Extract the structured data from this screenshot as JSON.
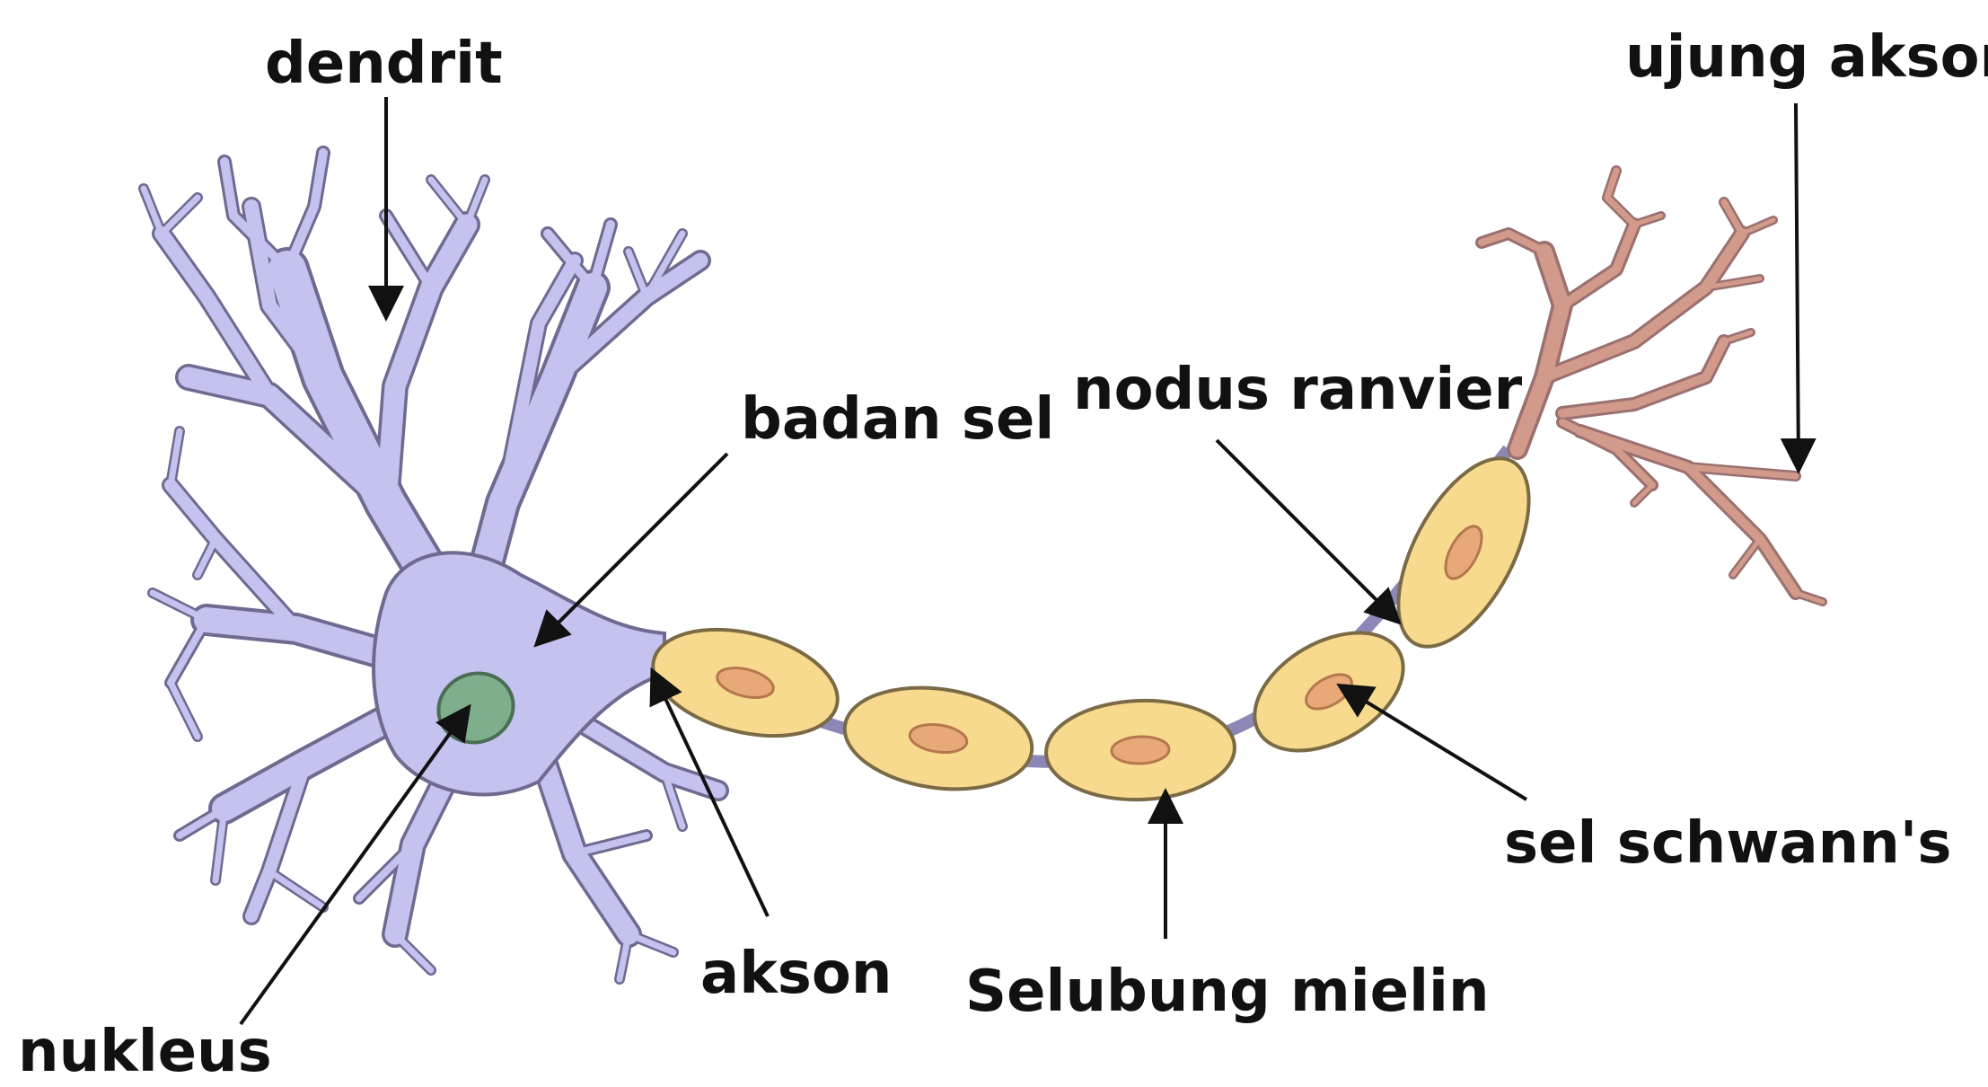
{
  "labels": {
    "dendrit": "dendrit",
    "ujung_akson": "ujung akson",
    "badan_sel": "badan sel",
    "nodus_ranvier": "nodus ranvier",
    "sel_schwann": "sel schwann's",
    "akson": "akson",
    "selubung_mielin": "Selubung mielin",
    "nukleus": "nukleus"
  },
  "colors": {
    "cell_body": "#c4c2ee",
    "cell_outline": "#6e6a90",
    "nucleus": "#7fae8c",
    "myelin": "#f8da8e",
    "myelin_outline": "#7a6a45",
    "schwann_nucleus": "#e8a878",
    "terminal": "#d29a8a",
    "arrow": "#111111"
  }
}
